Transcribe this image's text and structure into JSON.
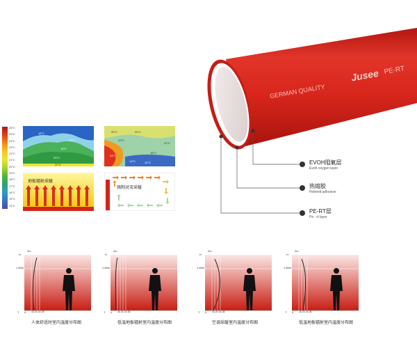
{
  "pipe": {
    "brand_text": "GERMAN QUALITY",
    "logo_text": "Jusee",
    "material_text": "PE-RT",
    "color": "#d8261c"
  },
  "layers": [
    {
      "cn": "EVOH阻氧层",
      "en": "Evoh oxygen layer"
    },
    {
      "cn": "热熔胶",
      "en": "Hotmelt adhesive"
    },
    {
      "cn": "PE-RT层",
      "en": "Pe - rt layer"
    }
  ],
  "legend_scale": [
    "26°C",
    "25°C",
    "24°C",
    "23°C",
    "22°C",
    "21°C",
    "20°C",
    "19°C",
    "18°C",
    "17°C",
    "16°C",
    "15°C",
    "14°C"
  ],
  "heat_maps": {
    "left": {
      "labels": [
        "16°C",
        "17°C",
        "18°C",
        "20°C",
        "22°C"
      ]
    },
    "right": {
      "labels": [
        "20°C",
        "20°C",
        "20°C",
        "24°C",
        "22°C",
        "18°C",
        "14°C",
        "14°C"
      ]
    }
  },
  "flow_panels": {
    "floor_label": "地板辐射采暖",
    "forced_label": "强制对流采暖"
  },
  "distribution_charts": [
    {
      "caption": "人体舒适时室内温度分布图",
      "h_label": "2m",
      "y_label": "1.65m",
      "top_axis": "H",
      "axis_left": "T",
      "axis_zero": "0",
      "axis_ticks": "16 20 24 28"
    },
    {
      "caption": "低温地板辐射室内温度分布图",
      "h_label": "2m",
      "y_label": "1.65m",
      "top_axis": "H",
      "axis_left": "T",
      "axis_zero": "0",
      "axis_ticks": "16 20 24 28"
    },
    {
      "caption": "空调采暖室内温度分布图",
      "h_label": "2m",
      "y_label": "1.65m",
      "top_axis": "H",
      "axis_left": "T",
      "axis_zero": "0",
      "axis_ticks": "16 20 24 28"
    },
    {
      "caption": "低温地板辐射室内温度分布图",
      "h_label": "2m",
      "y_label": "1.65m",
      "top_axis": "H",
      "axis_left": "T",
      "axis_zero": "0",
      "axis_ticks": "16 20 24 28"
    }
  ]
}
